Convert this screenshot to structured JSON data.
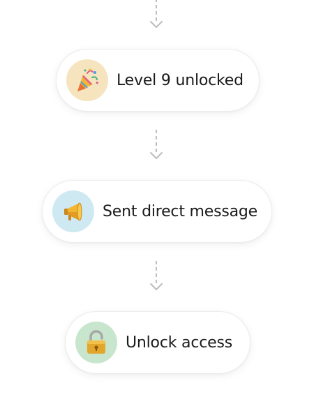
{
  "flow": {
    "steps": [
      {
        "label": "Level 9 unlocked",
        "icon": "party-popper-icon",
        "icon_bg": "#f6e4bf"
      },
      {
        "label": "Sent direct message",
        "icon": "megaphone-icon",
        "icon_bg": "#cfe9f3"
      },
      {
        "label": "Unlock access",
        "icon": "padlock-icon",
        "icon_bg": "#c8e6cd"
      }
    ],
    "connector_color": "#bdbdbd"
  }
}
